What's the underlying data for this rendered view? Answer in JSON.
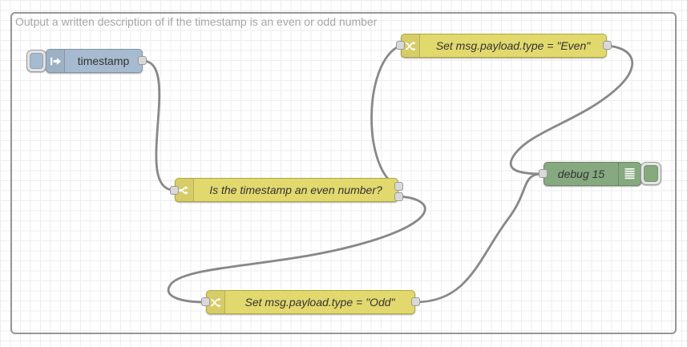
{
  "group": {
    "label": "Output a written description of if the timestamp is an even or odd number"
  },
  "nodes": {
    "inject": {
      "type": "inject",
      "label": "timestamp",
      "fill": "#a6bbcf",
      "icon": "inject-arrow-icon",
      "outputs": 1
    },
    "switch": {
      "type": "switch",
      "label": "Is the timestamp an even number?",
      "fill": "#e2d96e",
      "icon": "switch-fork-icon",
      "outputs": 2
    },
    "change_even": {
      "type": "change",
      "label": "Set msg.payload.type = \"Even\"",
      "fill": "#e2d96e",
      "icon": "change-swap-icon",
      "outputs": 1
    },
    "change_odd": {
      "type": "change",
      "label": "Set msg.payload.type = \"Odd\"",
      "fill": "#e2d96e",
      "icon": "change-swap-icon",
      "outputs": 1
    },
    "debug": {
      "type": "debug",
      "label": "debug 15",
      "fill": "#87a980",
      "icon": "debug-lines-icon",
      "outputs": 0
    }
  },
  "colors": {
    "wire": "#888888",
    "grid": "#ededed",
    "group_border": "#969696",
    "group_label": "#a6a6a6",
    "node_label": "#333333",
    "inject_fill": "#a6bbcf",
    "function_yellow_fill": "#e2d96e",
    "debug_green_fill": "#87a980",
    "port_fill": "#d9d9d9",
    "port_border": "#999999"
  }
}
